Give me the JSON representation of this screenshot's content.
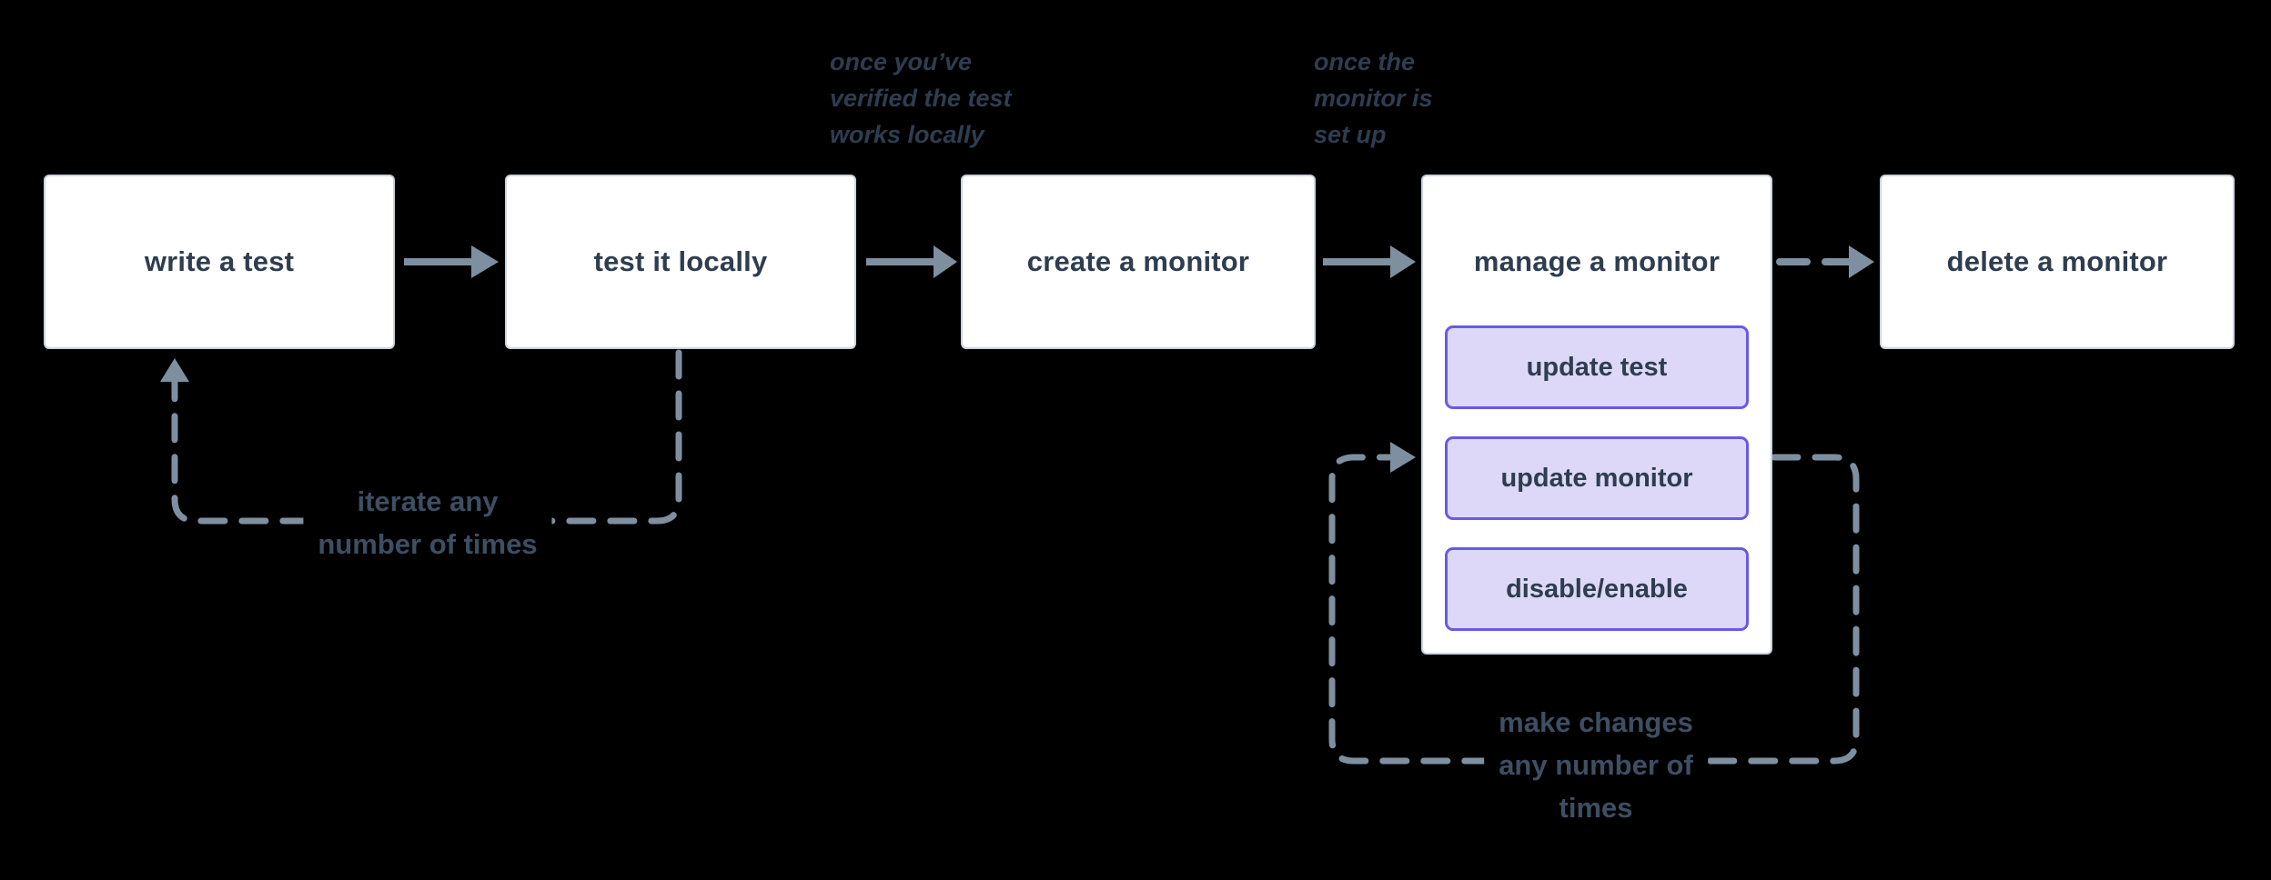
{
  "diagram": {
    "background": "#000000",
    "nodes": [
      {
        "id": "write-a-test",
        "label": "write a test"
      },
      {
        "id": "test-it-locally",
        "label": "test it locally"
      },
      {
        "id": "create-a-monitor",
        "label": "create a monitor"
      },
      {
        "id": "manage-a-monitor",
        "label": "manage a monitor",
        "actions": [
          {
            "id": "update-test",
            "label": "update test"
          },
          {
            "id": "update-monitor",
            "label": "update monitor"
          },
          {
            "id": "disable-enable",
            "label": "disable/enable"
          }
        ]
      },
      {
        "id": "delete-a-monitor",
        "label": "delete a monitor"
      }
    ],
    "edges": [
      {
        "from": "write a test",
        "to": "test it locally",
        "style": "solid"
      },
      {
        "from": "test it locally",
        "to": "create a monitor",
        "style": "solid"
      },
      {
        "from": "create a monitor",
        "to": "manage a monitor",
        "style": "solid"
      },
      {
        "from": "manage a monitor",
        "to": "delete a monitor",
        "style": "dashed"
      },
      {
        "from": "test it locally",
        "to": "write a test",
        "style": "dashed-loop",
        "label": "iterate any number of times"
      },
      {
        "from": "manage a monitor",
        "to": "manage a monitor",
        "style": "dashed-loop",
        "label": "make changes any number of times"
      }
    ],
    "annotations": [
      {
        "id": "once-verified",
        "lines": [
          "once you’ve",
          "verified the test",
          "works locally"
        ]
      },
      {
        "id": "once-set-up",
        "lines": [
          "once the",
          "monitor is",
          "set up"
        ]
      }
    ],
    "loop_labels": [
      {
        "id": "iterate",
        "lines": [
          "iterate any",
          "number of times"
        ]
      },
      {
        "id": "make-changes",
        "lines": [
          "make changes",
          "any number of",
          "times"
        ]
      }
    ],
    "colors": {
      "node_fill": "#ffffff",
      "node_border": "#c9d4de",
      "node_text": "#2e3d4f",
      "action_fill": "#ded8f8",
      "action_border": "#675ae8",
      "connector": "#7e8fa0",
      "annotation_text": "#2e3d50",
      "loop_label_text": "#3e4e63"
    }
  }
}
